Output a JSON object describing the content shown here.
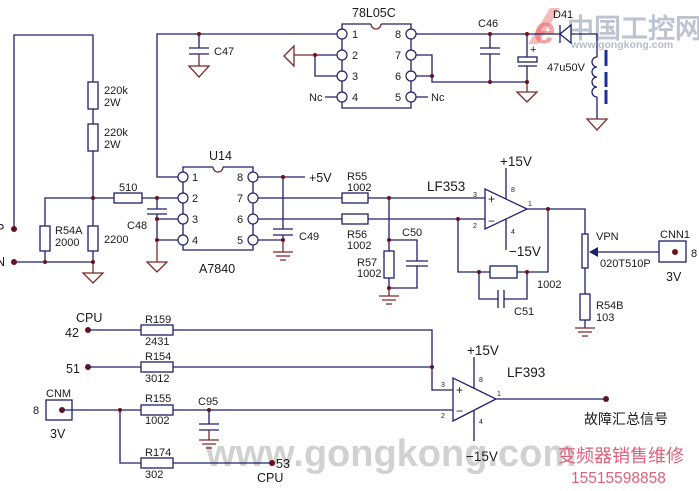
{
  "colors": {
    "wire": "#20206a",
    "ground": "#7a2828",
    "junction": "#6a1020",
    "inductor_core": "#1a2fa0",
    "ad_text": "#e0607a"
  },
  "input_section": {
    "terminal_p": "P",
    "terminal_n": "N",
    "r_hv1": {
      "value": "220k",
      "power": "2W"
    },
    "r_hv2": {
      "value": "220k",
      "power": "2W"
    },
    "r54a": {
      "ref": "R54A",
      "value": "2000"
    },
    "r_2200": {
      "value": "2200"
    },
    "r_510": {
      "value": "510"
    },
    "c47": {
      "ref": "C47"
    },
    "c48": {
      "ref": "C48"
    }
  },
  "u14": {
    "ref": "U14",
    "part": "A7840",
    "pins_left": [
      "1",
      "2",
      "3",
      "4"
    ],
    "pins_right": [
      "8",
      "7",
      "6",
      "5"
    ],
    "supply_label": "+5V",
    "c49": {
      "ref": "C49"
    }
  },
  "regulator": {
    "part": "78L05C",
    "pins_left": [
      "1",
      "2",
      "3",
      "4"
    ],
    "pins_right": [
      "8",
      "7",
      "6",
      "5"
    ],
    "nc_left": "Nc",
    "nc_right": "Nc",
    "c46": {
      "ref": "C46"
    },
    "c_elec": {
      "value": "47u50V",
      "polarity": "+"
    },
    "d41": {
      "ref": "D41"
    }
  },
  "amp_stage": {
    "r55": {
      "ref": "R55",
      "value": "1002"
    },
    "r56": {
      "ref": "R56",
      "value": "1002"
    },
    "r57": {
      "ref": "R57",
      "value": "1002"
    },
    "c50": {
      "ref": "C50"
    },
    "c51": {
      "ref": "C51"
    },
    "r_feedback": {
      "value": "1002"
    },
    "opamp": {
      "part": "LF353",
      "vpos": "+15V",
      "vneg": "−15V",
      "pin_in_pos": "3",
      "pin_in_neg": "2",
      "pin_vpos": "8",
      "pin_vneg": "4",
      "pin_out": "1",
      "sign_pos": "+",
      "sign_neg": "−"
    },
    "pot": {
      "ref": "VPN",
      "part": "020T510P"
    },
    "cnn1": {
      "ref": "CNN1",
      "pin": "8",
      "voltage": "3V"
    },
    "r54b": {
      "ref": "R54B",
      "value": "103"
    }
  },
  "fault_section": {
    "cpu_42": {
      "label": "CPU",
      "pin": "42"
    },
    "cpu_51": {
      "pin": "51"
    },
    "r159": {
      "ref": "R159",
      "value": "2431"
    },
    "r154": {
      "ref": "R154",
      "value": "3012"
    },
    "cnm": {
      "ref": "CNM",
      "pin": "8",
      "voltage": "3V"
    },
    "r155": {
      "ref": "R155",
      "value": "1002"
    },
    "c95": {
      "ref": "C95"
    },
    "r174": {
      "ref": "R174",
      "value": "302"
    },
    "cpu_53": {
      "label": "CPU",
      "pin": "53"
    },
    "comparator": {
      "part": "LF393",
      "vpos": "+15V",
      "vneg": "−15V",
      "pin_in_pos": "3",
      "pin_in_neg": "2",
      "pin_vpos": "8",
      "pin_vneg": "4",
      "pin_out": "1",
      "sign_pos": "+",
      "sign_neg": "−"
    },
    "output_signal": "故障汇总信号"
  },
  "watermarks": {
    "logo_letter": "e",
    "logo_cn": "中国工控网",
    "logo_url": "www.gongkong.com",
    "center_url": "www.gongkong.com",
    "ad_text": "变频器销售维修",
    "ad_phone": "15515598858"
  }
}
